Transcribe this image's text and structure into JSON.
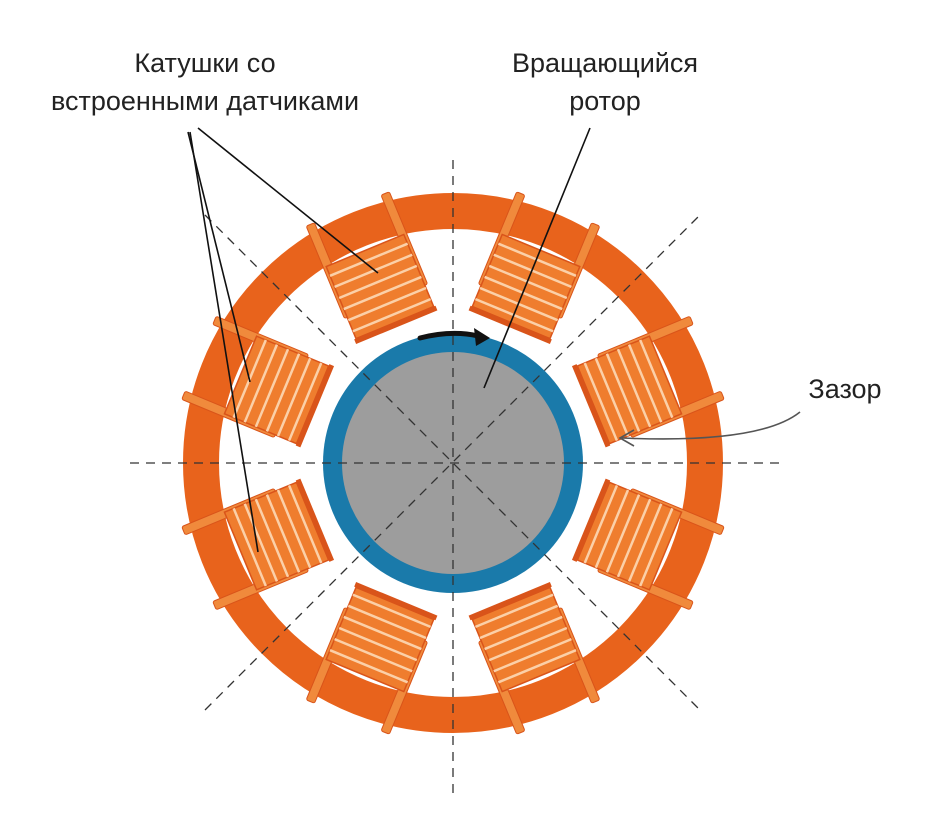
{
  "labels": {
    "coils_line1": "Катушки со",
    "coils_line2": "встроенными датчиками",
    "rotor_line1": "Вращающийся",
    "rotor_line2": "ротор",
    "gap": "Зазор"
  },
  "colors": {
    "stator": "#e8631c",
    "coil": "#f08a3c",
    "coil_outline": "#d9541a",
    "rotor_ring": "#1a7aaa",
    "rotor_core": "#9d9d9d",
    "leader_line": "#111111",
    "axis_dash": "#333333",
    "rotation_arrow": "#111111"
  },
  "icons": {
    "rotation": "curved-arrow-right-icon"
  }
}
